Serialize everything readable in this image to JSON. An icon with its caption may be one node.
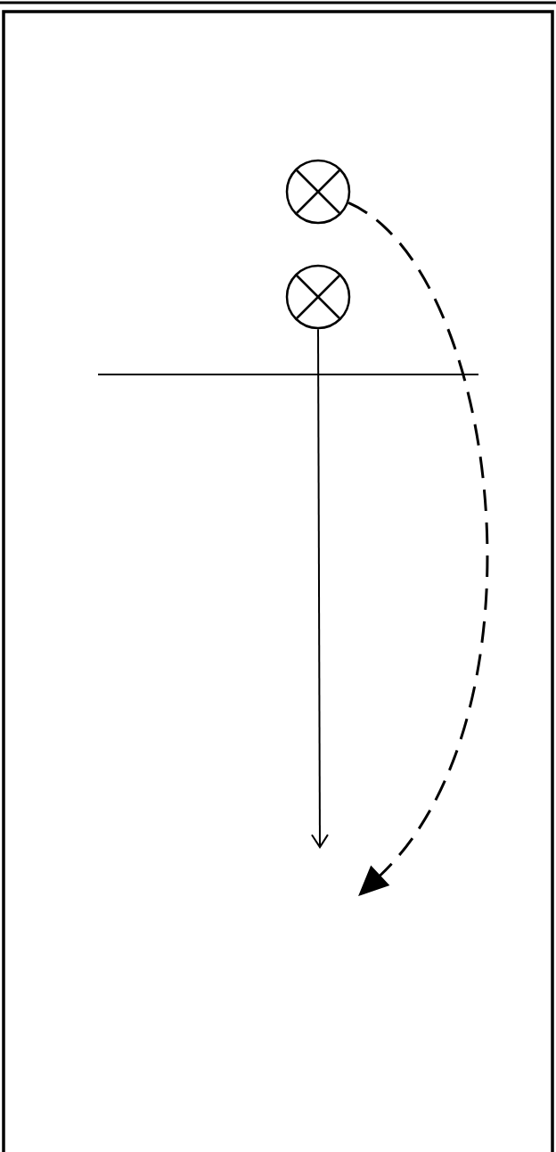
{
  "diagram": {
    "nodes": [
      {
        "text": [],
        "shape": "circle"
      },
      {
        "text": [],
        "shape": "circle"
      }
    ],
    "edges": [
      {
        "from": 0,
        "to": null,
        "arrow": "to",
        "style": "dashed"
      },
      {
        "from": 1,
        "to": null,
        "arrow": "to"
      }
    ]
  }
}
